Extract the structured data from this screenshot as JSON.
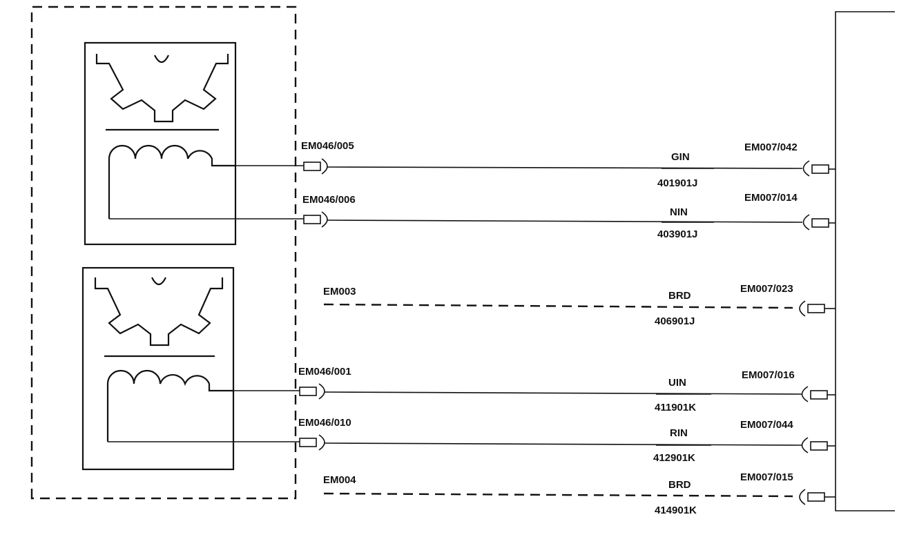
{
  "wires": [
    {
      "id": "gin",
      "left_connector": "EM046/005",
      "wire_label": "GIN",
      "wire_code": "401901J",
      "right_connector": "EM007/042"
    },
    {
      "id": "nin",
      "left_connector": "EM046/006",
      "wire_label": "NIN",
      "wire_code": "403901J",
      "right_connector": "EM007/014"
    },
    {
      "id": "brd1",
      "ground_label": "EM003",
      "wire_label": "BRD",
      "wire_code": "406901J",
      "right_connector": "EM007/023"
    },
    {
      "id": "uin",
      "left_connector": "EM046/001",
      "wire_label": "UIN",
      "wire_code": "411901K",
      "right_connector": "EM007/016"
    },
    {
      "id": "rin",
      "left_connector": "EM046/010",
      "wire_label": "RIN",
      "wire_code": "412901K",
      "right_connector": "EM007/044"
    },
    {
      "id": "brd2",
      "ground_label": "EM004",
      "wire_label": "BRD",
      "wire_code": "414901K",
      "right_connector": "EM007/015"
    }
  ],
  "icons": [
    "speed-sensor-icon",
    "connector-pin-icon"
  ]
}
